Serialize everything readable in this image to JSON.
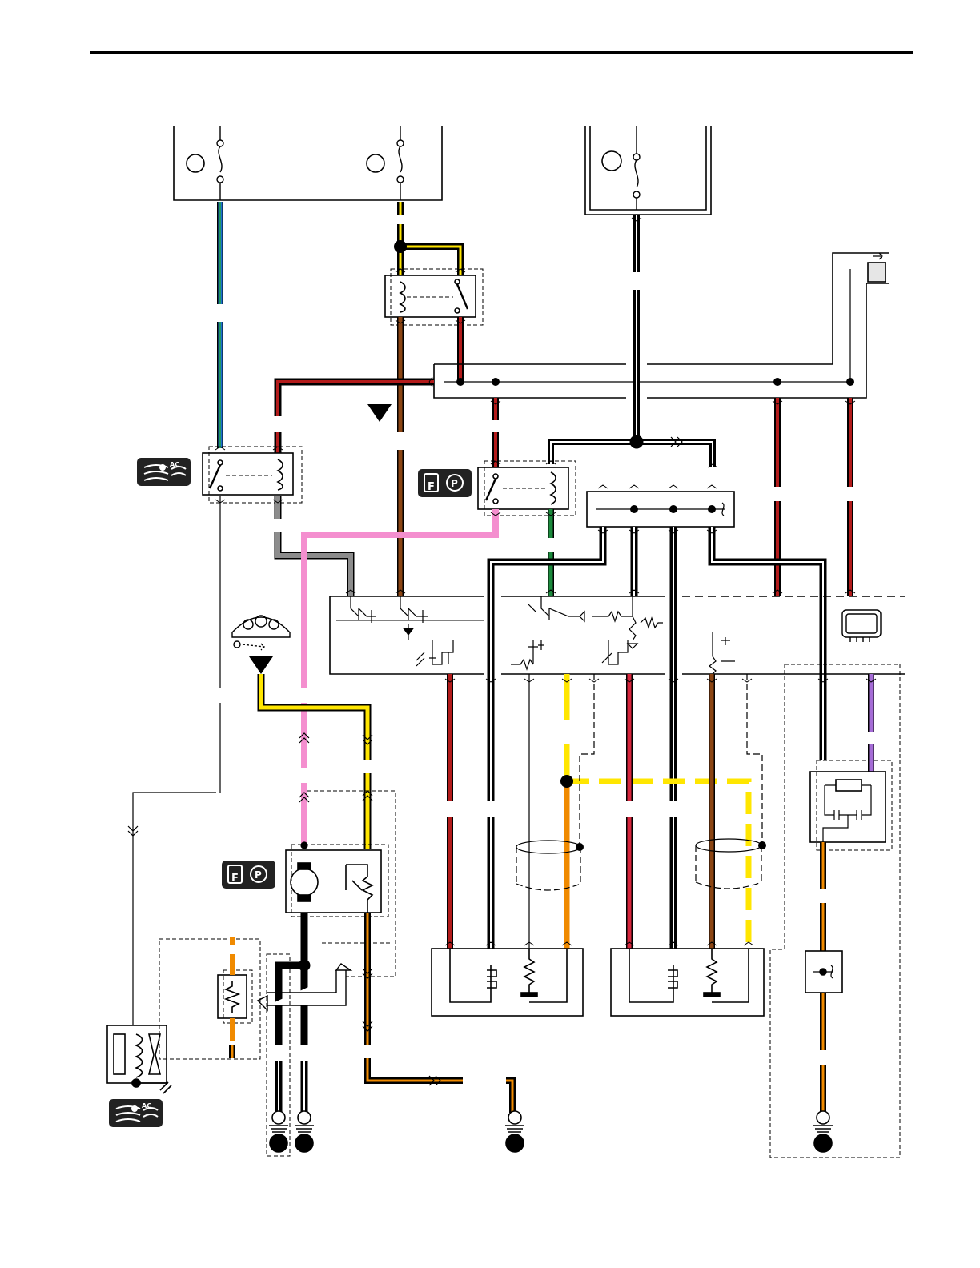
{
  "badges": {
    "ac_label": "AC",
    "fuel_label": "F",
    "pump_label": "P"
  },
  "colors": {
    "black": "#000000",
    "green_stripe": "#1fa34a",
    "blue_stripe": "#1e6fd0",
    "yellow": "#ffe600",
    "dark_red": "#b31b1b",
    "brown": "#8b4513",
    "pink": "#f48fcf",
    "gray": "#8c8c8c",
    "dark_green": "#1b8a3c",
    "orange": "#f08a00",
    "red": "#d7263d",
    "purple": "#a56cd6",
    "badge_bg": "#222222"
  },
  "icons": [
    "fuse-icon",
    "relay-icon",
    "motor-icon",
    "resistor-icon",
    "ground-icon",
    "instrument-cluster-icon",
    "ecm-icon",
    "air-conditioning-badge-icon",
    "fuel-pump-badge-icon"
  ]
}
